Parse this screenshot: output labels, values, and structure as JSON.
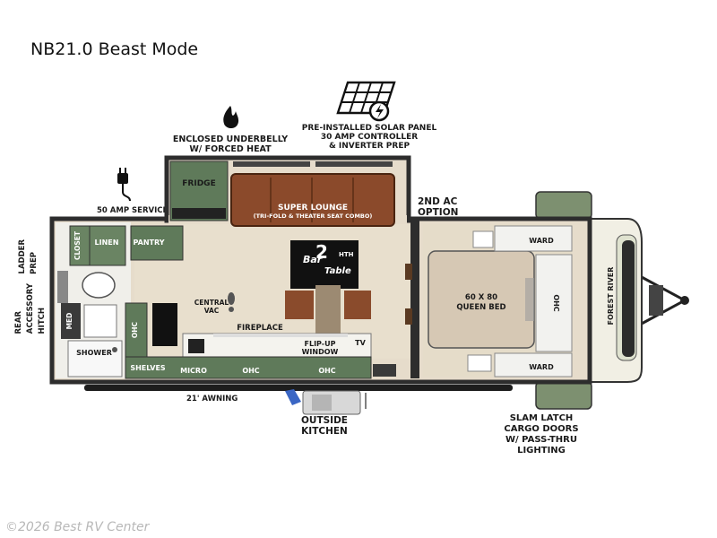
{
  "title": "NB21.0 Beast Mode",
  "callouts": {
    "underbelly_line1": "ENCLOSED UNDERBELLY",
    "underbelly_line2": "W/ FORCED HEAT",
    "solar_line1": "PRE-INSTALLED SOLAR PANEL",
    "solar_line2": "30 AMP CONTROLLER",
    "solar_line3": "& INVERTER PREP",
    "amp_service": "50 AMP SERVICE",
    "ac_line1": "2ND AC",
    "ac_line2": "OPTION",
    "ladder_line1": "LADDER",
    "ladder_line2": "PREP",
    "hitch_line1": "REAR",
    "hitch_line2": "ACCESSORY",
    "hitch_line3": "HITCH",
    "awning": "21' AWNING",
    "kitchen_line1": "OUTSIDE",
    "kitchen_line2": "KITCHEN",
    "cargo_line1": "SLAM LATCH",
    "cargo_line2": "CARGO DOORS",
    "cargo_line3": "W/ PASS-THRU",
    "cargo_line4": "LIGHTING"
  },
  "rooms": {
    "fridge": "FRIDGE",
    "lounge_line1": "SUPER LOUNGE",
    "lounge_line2": "(TRI-FOLD & THEATER SEAT COMBO)",
    "closet": "CLOSET",
    "linen": "LINEN",
    "pantry": "PANTRY",
    "med": "MED",
    "ohc_left": "OHC",
    "central_vac_line1": "CENTRAL",
    "central_vac_line2": "VAC",
    "fireplace": "FIREPLACE",
    "flipup_line1": "FLIP-UP",
    "flipup_line2": "WINDOW",
    "tv": "TV",
    "shower": "SHOWER",
    "shelves": "SHELVES",
    "micro": "MICRO",
    "ohc_bottom_1": "OHC",
    "ohc_bottom_2": "OHC",
    "bed_line1": "60 X 80",
    "bed_line2": "QUEEN BED",
    "ward_top": "WARD",
    "ward_bottom": "WARD",
    "ohc_front": "OHC",
    "brand": "FOREST RIVER",
    "bar_table_1": "Bar",
    "bar_table_2": "2",
    "bar_table_3": "Table",
    "bar_table_4": "HTH"
  },
  "watermark": "©2026 Best RV Center",
  "colors": {
    "wall": "#2d2d2d",
    "cabinet_green": "#5f7a5a",
    "floor": "#e6dccb",
    "sofa": "#8b4a2b",
    "bed": "#d6c8b4",
    "tongue_green": "#7d9070"
  },
  "icons": [
    "flame-icon",
    "solar-panel-icon",
    "plug-icon",
    "faucet-icon",
    "footprint-icon",
    "tow-hitch-icon"
  ]
}
